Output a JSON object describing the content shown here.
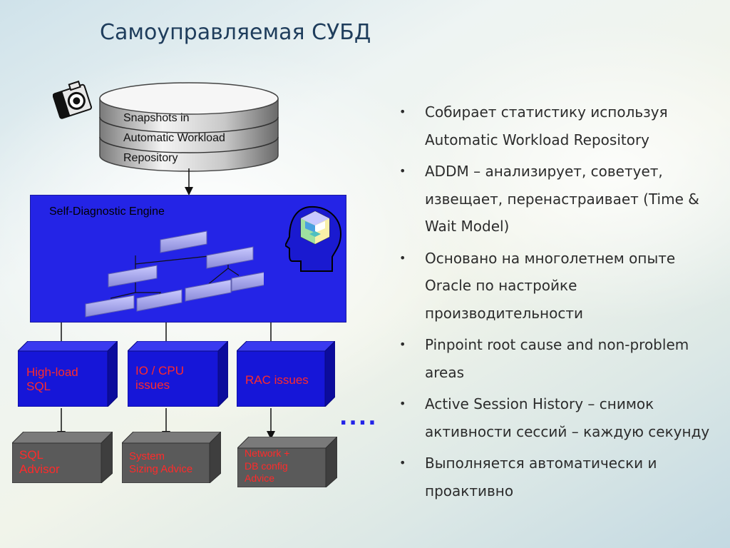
{
  "slide": {
    "title": "Самоуправляемая СУБД"
  },
  "repository": {
    "lines": [
      "Snapshots in",
      "Automatic Workload",
      "Repository"
    ]
  },
  "engine": {
    "label": "Self-Diagnostic Engine"
  },
  "issues": [
    {
      "line1": "High-load",
      "line2": "SQL"
    },
    {
      "line1": "IO / CPU",
      "line2": "issues"
    },
    {
      "line1": "RAC issues",
      "line2": ""
    }
  ],
  "advisors": [
    {
      "lines": [
        "SQL",
        "Advisor"
      ]
    },
    {
      "lines": [
        "System",
        "Sizing Advice"
      ]
    },
    {
      "lines": [
        "Network +",
        "DB config",
        "Advice"
      ]
    }
  ],
  "more_indicator": "....",
  "bullets": [
    "Собирает статистику используя Automatic Workload Repository",
    "ADDM –  анализирует, советует, извещает, перенастраивает (Time & Wait Model)",
    "Основано на многолетнем опыте Oracle по настройке производительности",
    "Pinpoint root cause and non-problem areas",
    "Active Session History – снимок активности сессий – каждую секунду",
    "Выполняется автоматически и проактивно"
  ],
  "bullet_symbol": "•",
  "colors": {
    "engine_blue": "#2424e6",
    "issue_text_red": "#ff2a2a",
    "title_color": "#1f3d5c"
  },
  "icons": [
    "camera-icon",
    "database-icon",
    "head-icon",
    "arrow-icon"
  ]
}
